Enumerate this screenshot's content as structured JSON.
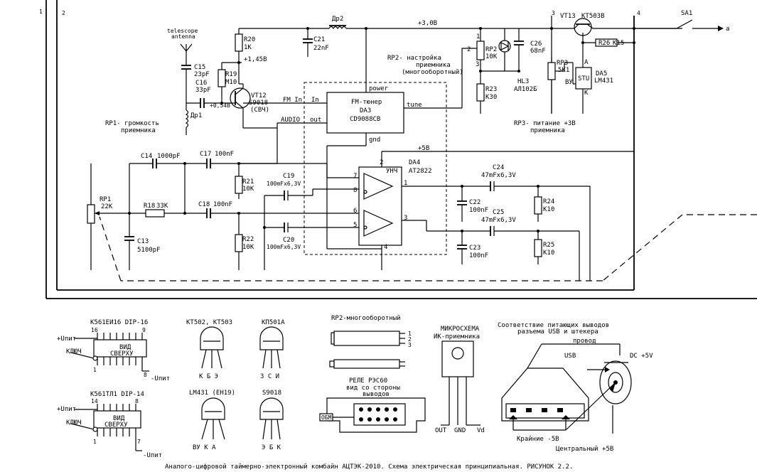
{
  "frame": {
    "node1": "1",
    "node2": "2",
    "node3": "3",
    "node4": "4"
  },
  "supply": {
    "rail_30": "+3,0В",
    "rail_145": "+1,45В",
    "bias_054": "+0,54В",
    "rail_5v": "+5В"
  },
  "sa1": {
    "ref": "SA1",
    "out": "a"
  },
  "antenna": {
    "line1": "telescope",
    "line2": "antenna"
  },
  "c15": {
    "ref": "C15",
    "val": "23pF"
  },
  "c16": {
    "ref": "C16",
    "val": "33pF"
  },
  "dr1": {
    "ref": "Др1"
  },
  "r19": {
    "ref": "R19",
    "val": "M10"
  },
  "r20": {
    "ref": "R20",
    "val": "1K"
  },
  "vt12": {
    "ref": "VT12",
    "type": "S9018",
    "note": "(СВЧ)"
  },
  "c21": {
    "ref": "C21",
    "val": "22nF"
  },
  "dr2": {
    "ref": "Др2"
  },
  "rp2": {
    "ref": "RP2",
    "val": "10K",
    "pin1": "1",
    "pin2": "2",
    "pin3": "3",
    "note_title": "RP2- настройка",
    "note_sub1": "приемника",
    "note_sub2": "(многооборотный)"
  },
  "hl3": {
    "ref": "HL3",
    "type": "АЛ102Б"
  },
  "c26": {
    "ref": "C26",
    "val": "68nF"
  },
  "r23": {
    "ref": "R23",
    "val": "K30"
  },
  "vt13": {
    "ref": "VT13",
    "type": "KT503B"
  },
  "r26": {
    "ref": "R26",
    "val": "K15"
  },
  "rp3": {
    "ref": "RP3",
    "val": "5K1",
    "note_title": "RP3- питание +3В",
    "note_sub": "приемника"
  },
  "da5": {
    "ref": "DA5",
    "type": "LM431",
    "pin_a": "A",
    "pin_k": "K",
    "pin_vy": "ВУ",
    "body": "STU"
  },
  "da3": {
    "title": "FM-тюнер",
    "ref": "DA3",
    "type": "CD9088CB",
    "fm_in": "FM In",
    "in": "In",
    "audio": "AUDIO",
    "out": "out",
    "power": "power",
    "tune": "tune",
    "gnd": "gnd"
  },
  "rp1": {
    "ref": "RP1",
    "val": "22K",
    "note_title": "RP1- громкость",
    "note_sub": "приемника"
  },
  "c14": {
    "ref": "C14",
    "val": "1000pF"
  },
  "c17": {
    "ref": "C17",
    "val": "100nF"
  },
  "r18": {
    "ref": "R18",
    "val": "33K"
  },
  "c18": {
    "ref": "C18",
    "val": "100nF"
  },
  "c13": {
    "ref": "C13",
    "val": "5100pF"
  },
  "r21": {
    "ref": "R21",
    "val": "10K"
  },
  "r22": {
    "ref": "R22",
    "val": "10K"
  },
  "c19": {
    "ref": "C19",
    "val": "100mFx6,3V"
  },
  "c20": {
    "ref": "C20",
    "val": "100mFx6,3V"
  },
  "da4": {
    "ref": "DA4",
    "type": "AT2822",
    "body": "УНЧ",
    "p1": "1",
    "p2": "2",
    "p3": "3",
    "p4": "4",
    "p5": "5",
    "p6": "6",
    "p7": "7",
    "p8": "8"
  },
  "c24": {
    "ref": "C24",
    "val": "47mFx6,3V"
  },
  "c25": {
    "ref": "C25",
    "val": "47mFx6,3V"
  },
  "c22": {
    "ref": "C22",
    "val": "100nF"
  },
  "c23": {
    "ref": "C23",
    "val": "100nF"
  },
  "r24": {
    "ref": "R24",
    "val": "K10"
  },
  "r25": {
    "ref": "R25",
    "val": "K10"
  },
  "pin_ic1": {
    "title": "K561ЕИ16 DIP-16",
    "p16": "16",
    "p9": "9",
    "p1": "1",
    "p8": "8",
    "vplus": "+Uпит",
    "key": "КЛЮЧ",
    "view1": "ВИД",
    "view2": "СВЕРХУ",
    "vminus": "-Uпит"
  },
  "pin_ic2": {
    "title": "K561ТЛ1 DIP-14",
    "p14": "14",
    "p8": "8",
    "p1": "1",
    "p7": "7",
    "vplus": "+Uпит",
    "key": "КЛЮЧ",
    "view1": "ВИД",
    "view2": "СВЕРХУ",
    "vminus": "-Uпит"
  },
  "pin_kt": {
    "title": "KT502, KT503",
    "legs": "К Б Э"
  },
  "pin_kp": {
    "title": "КП501А",
    "legs": "З С И"
  },
  "pin_lm": {
    "title": "LM431 (ЕН19)",
    "legs": "ВУ  К  А"
  },
  "pin_s9": {
    "title": "S9018",
    "legs": "Э Б К"
  },
  "pin_rp2": {
    "title": "RP2-многооборотный",
    "p1": "1",
    "p2": "2",
    "p3": "3"
  },
  "pin_relay": {
    "title1": "РЕЛЕ РЭС60",
    "title2": "вид со стороны",
    "title3": "выводов",
    "tag": "ОБМ"
  },
  "pin_ir": {
    "title1": "МИКРОСХЕМА",
    "title2": "ИК-приемника",
    "out": "OUT",
    "gnd": "GND",
    "vd": "Vd"
  },
  "pin_usb": {
    "title1": "Соответствие питающих выводов",
    "title2": "разъема USB и штекера",
    "wire": "провод",
    "usb": "USB",
    "dc": "DC +5V",
    "edge": "Крайние -5В",
    "center": "Центральный +5В"
  },
  "caption": "Аналого-цифровой таймерно-электронный комбайн АЦТЭК-2010. Схема электрическая принципиальная. РИСУНОК 2.2."
}
